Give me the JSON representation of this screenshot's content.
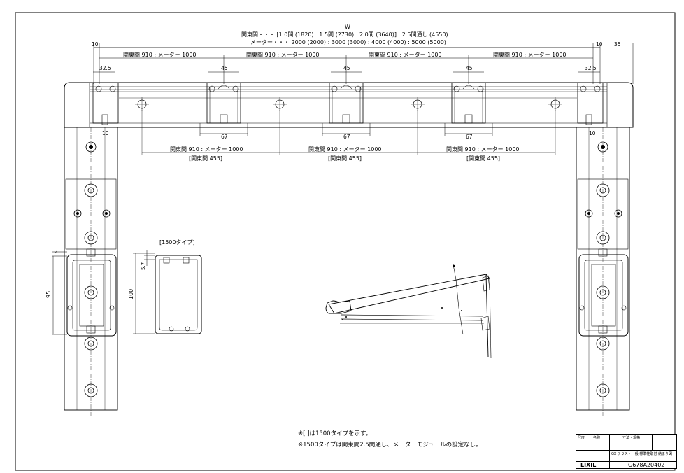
{
  "dimensions": {
    "w": "W",
    "bay_line": "関東間・・・ [1.0間 (1820) : 1.5間 (2730) : 2.0間 (3640)] : 2.5間通し (4550)",
    "meter_line": "メーター・・・ 2000 (2000) : 3000 (3000) : 4000 (4000) : 5000 (5000)",
    "edge_10": "10",
    "edge_35": "35",
    "span_label": "関東間 910 : メーター 1000",
    "d32_5": "32.5",
    "d45": "45",
    "d67": "67",
    "bracket_455": "[関東間 455]",
    "d2": "2",
    "d95": "95",
    "d100": "100",
    "d5_7": "5.7"
  },
  "section": {
    "label": "[1500タイプ]"
  },
  "notes": [
    "※[ ]は1500タイプを示す。",
    "※1500タイプは関東間2.5間通し、メーターモジュールの設定なし。"
  ],
  "title_block": {
    "drawing_number": "G678A20402",
    "brand": "LIXIL",
    "product": "GX テラス・一般 標準柱取付 納まり図",
    "col_scale": "尺度",
    "col_name": "名称",
    "col_size": "寸法・規格"
  }
}
